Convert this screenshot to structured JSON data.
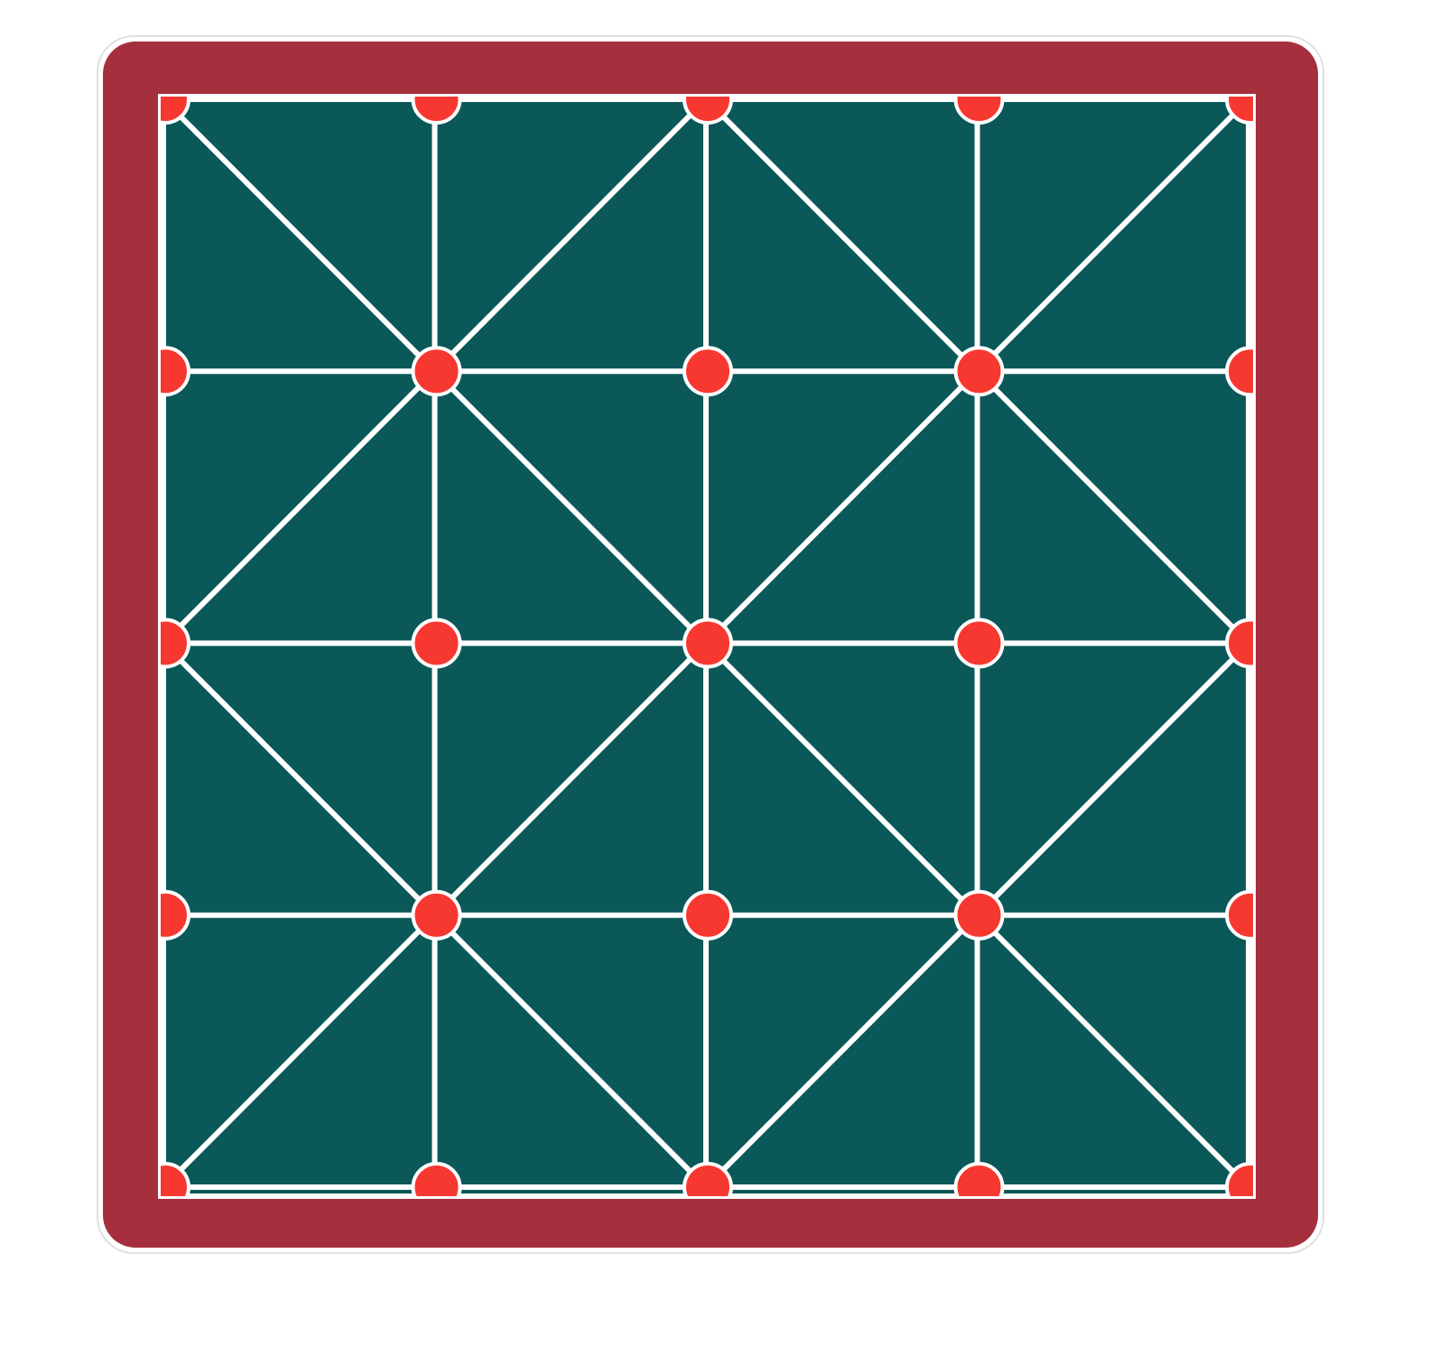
{
  "game": {
    "type": "alquerque-style board",
    "grid": {
      "columns": 5,
      "rows": 5
    },
    "diagonal_pattern": "alternating",
    "points_with_pieces": "all",
    "piece_count": 25
  },
  "colors": {
    "frame": "#A62F3E",
    "frame_outline": "#ffffff",
    "board": "#0B5858",
    "lines": "#ffffff",
    "piece": "#F73831",
    "piece_outline": "#ffffff",
    "background": "#ffffff"
  }
}
